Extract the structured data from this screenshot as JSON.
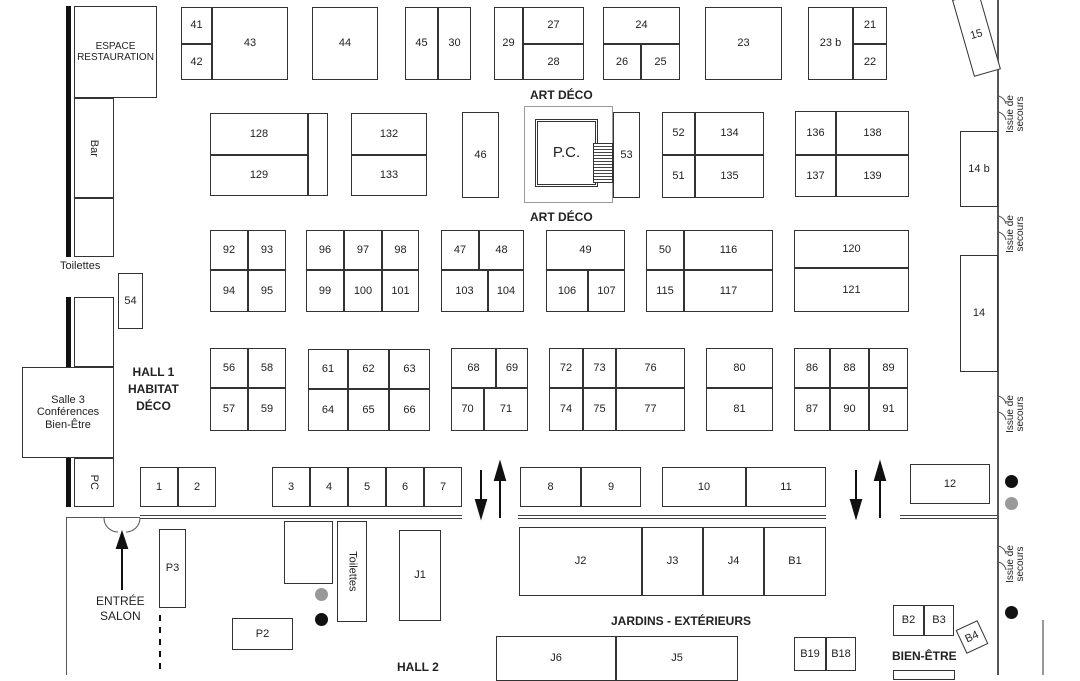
{
  "areas": {
    "art_deco_top": "ART DÉCO",
    "art_deco_bottom": "ART DÉCO",
    "hall1": [
      "HALL 1",
      "HABITAT",
      "DÉCO"
    ],
    "jardins": "JARDINS - EXTÉRIEURS",
    "hall2": "HALL 2",
    "bien_etre": "BIEN-ÊTRE"
  },
  "facilities": {
    "espace_restauration": [
      "ESPACE",
      "RESTAURATION"
    ],
    "bar": "Bar",
    "toilettes_left": "Toilettes",
    "salle3": [
      "Salle 3",
      "Conférences",
      "Bien-Être"
    ],
    "pc_left": "PC",
    "pc_center": "P.C.",
    "toilettes_hall2": "Toilettes",
    "entree": [
      "ENTRÉE",
      "SALON"
    ],
    "issue_de_secours": [
      "Issue de",
      "secours"
    ]
  },
  "stands": {
    "s41": "41",
    "s42": "42",
    "s43": "43",
    "s44": "44",
    "s45": "45",
    "s30": "30",
    "s29": "29",
    "s27": "27",
    "s28": "28",
    "s24": "24",
    "s26": "26",
    "s25": "25",
    "s23": "23",
    "s23b": "23 b",
    "s21": "21",
    "s22": "22",
    "s15": "15",
    "s128": "128",
    "s129": "129",
    "s132": "132",
    "s133": "133",
    "s46": "46",
    "s53": "53",
    "s52": "52",
    "s134": "134",
    "s51": "51",
    "s135": "135",
    "s136": "136",
    "s138": "138",
    "s137": "137",
    "s139": "139",
    "s14b": "14 b",
    "s92": "92",
    "s93": "93",
    "s94": "94",
    "s95": "95",
    "s96": "96",
    "s97": "97",
    "s98": "98",
    "s99": "99",
    "s100": "100",
    "s101": "101",
    "s47": "47",
    "s48": "48",
    "s103": "103",
    "s104": "104",
    "s49": "49",
    "s106": "106",
    "s107": "107",
    "s50": "50",
    "s116": "116",
    "s115": "115",
    "s117": "117",
    "s120": "120",
    "s121": "121",
    "s14": "14",
    "s54": "54",
    "s56": "56",
    "s58": "58",
    "s57": "57",
    "s59": "59",
    "s61": "61",
    "s62": "62",
    "s63": "63",
    "s64": "64",
    "s65": "65",
    "s66": "66",
    "s68": "68",
    "s69": "69",
    "s70": "70",
    "s71": "71",
    "s72": "72",
    "s73": "73",
    "s76": "76",
    "s74": "74",
    "s75": "75",
    "s77": "77",
    "s80": "80",
    "s81": "81",
    "s86": "86",
    "s88": "88",
    "s89": "89",
    "s87": "87",
    "s90": "90",
    "s91": "91",
    "s1": "1",
    "s2": "2",
    "s3": "3",
    "s4": "4",
    "s5": "5",
    "s6": "6",
    "s7": "7",
    "s8": "8",
    "s9": "9",
    "s10": "10",
    "s11": "11",
    "s12": "12",
    "sP3": "P3",
    "sP2": "P2",
    "sJ1": "J1",
    "sJ2": "J2",
    "sJ3": "J3",
    "sJ4": "J4",
    "sB1": "B1",
    "sJ6": "J6",
    "sJ5": "J5",
    "sB2": "B2",
    "sB3": "B3",
    "sB4": "B4",
    "sB19": "B19",
    "sB18": "B18"
  },
  "colors": {
    "wall": "#111111",
    "dot_gray": "#999999",
    "dot_black": "#111111"
  }
}
